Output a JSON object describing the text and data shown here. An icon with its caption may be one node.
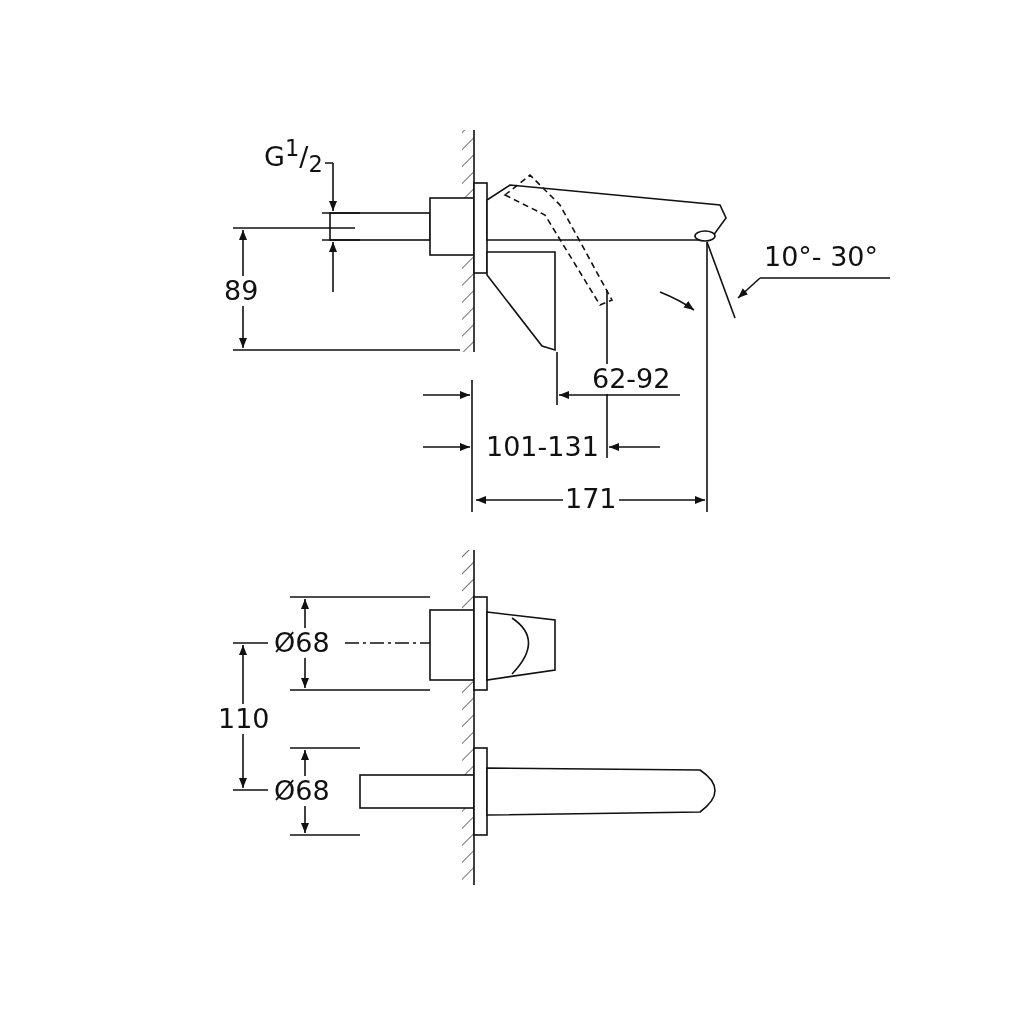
{
  "diagram": {
    "labels": [
      "G$^{1}$/$_{2}$",
      "89",
      "10°- 30°",
      "62-92",
      "101-131",
      "171",
      "Ø68",
      "110",
      "Ø68"
    ]
  }
}
